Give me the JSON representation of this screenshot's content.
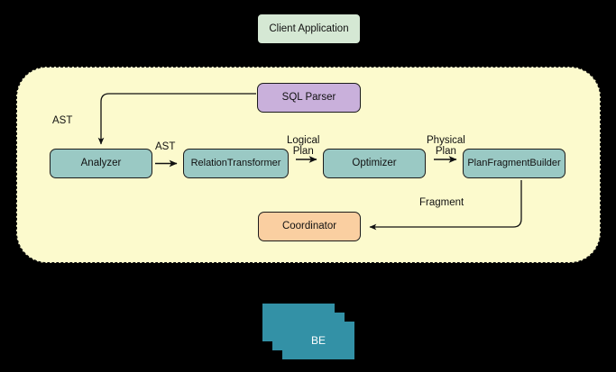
{
  "diagram": {
    "type": "flow-diagram",
    "background_color": "#000000",
    "client": {
      "label": "Client Application",
      "color": "#D5E8D4"
    },
    "fe_container": {
      "fill_color": "#FCFACD",
      "border_style": "dashed"
    },
    "nodes": [
      {
        "id": "sql-parser",
        "label": "SQL Parser",
        "color": "#C9B0DB"
      },
      {
        "id": "analyzer",
        "label": "Analyzer",
        "color": "#9AC9C4"
      },
      {
        "id": "relation-transformer",
        "label": "RelationTransformer",
        "color": "#9AC9C4"
      },
      {
        "id": "optimizer",
        "label": "Optimizer",
        "color": "#9AC9C4"
      },
      {
        "id": "plan-fragment-builder",
        "label": "PlanFragmentBuilder",
        "color": "#9AC9C4"
      },
      {
        "id": "coordinator",
        "label": "Coordinator",
        "color": "#FACFA1"
      }
    ],
    "edges": [
      {
        "from": "sql-parser",
        "to": "analyzer",
        "label": "AST"
      },
      {
        "from": "analyzer",
        "to": "relation-transformer",
        "label": "AST"
      },
      {
        "from": "relation-transformer",
        "to": "optimizer",
        "label": "Logical\nPlan"
      },
      {
        "from": "optimizer",
        "to": "plan-fragment-builder",
        "label": "Physical\nPlan"
      },
      {
        "from": "plan-fragment-builder",
        "to": "coordinator",
        "label": "Fragment"
      }
    ],
    "backend": {
      "label": "BE",
      "color": "#3391A6",
      "stack_count": 3
    }
  }
}
